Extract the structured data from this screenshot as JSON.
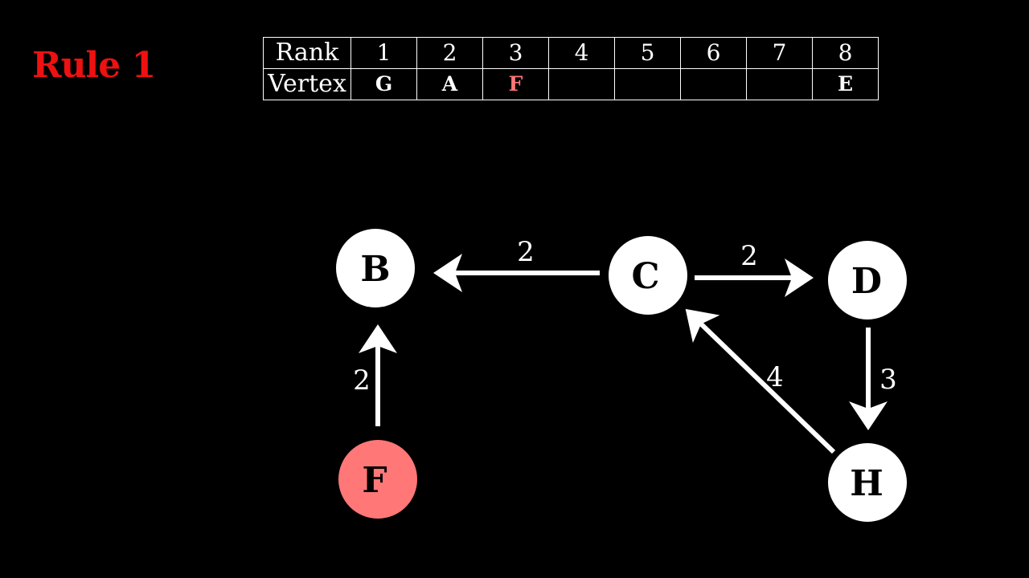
{
  "title": "Rule 1",
  "colors": {
    "background": "#000000",
    "title": "#ee1111",
    "highlight": "#ff7777",
    "foreground": "#ffffff",
    "node_text": "#000000"
  },
  "table": {
    "row_labels": [
      "Rank",
      "Vertex"
    ],
    "ranks": [
      "1",
      "2",
      "3",
      "4",
      "5",
      "6",
      "7",
      "8"
    ],
    "vertices": [
      {
        "label": "G",
        "highlight": false
      },
      {
        "label": "A",
        "highlight": false
      },
      {
        "label": "F",
        "highlight": true
      },
      {
        "label": "",
        "highlight": false
      },
      {
        "label": "",
        "highlight": false
      },
      {
        "label": "",
        "highlight": false
      },
      {
        "label": "",
        "highlight": false
      },
      {
        "label": "E",
        "highlight": false
      }
    ]
  },
  "graph": {
    "nodes": [
      {
        "id": "B",
        "label": "B",
        "highlight": false
      },
      {
        "id": "C",
        "label": "C",
        "highlight": false
      },
      {
        "id": "D",
        "label": "D",
        "highlight": false
      },
      {
        "id": "F",
        "label": "F",
        "highlight": true
      },
      {
        "id": "H",
        "label": "H",
        "highlight": false
      }
    ],
    "edges": [
      {
        "from": "C",
        "to": "B",
        "weight": "2"
      },
      {
        "from": "C",
        "to": "D",
        "weight": "2"
      },
      {
        "from": "F",
        "to": "B",
        "weight": "2"
      },
      {
        "from": "D",
        "to": "H",
        "weight": "3"
      },
      {
        "from": "H",
        "to": "C",
        "weight": "4"
      }
    ]
  }
}
